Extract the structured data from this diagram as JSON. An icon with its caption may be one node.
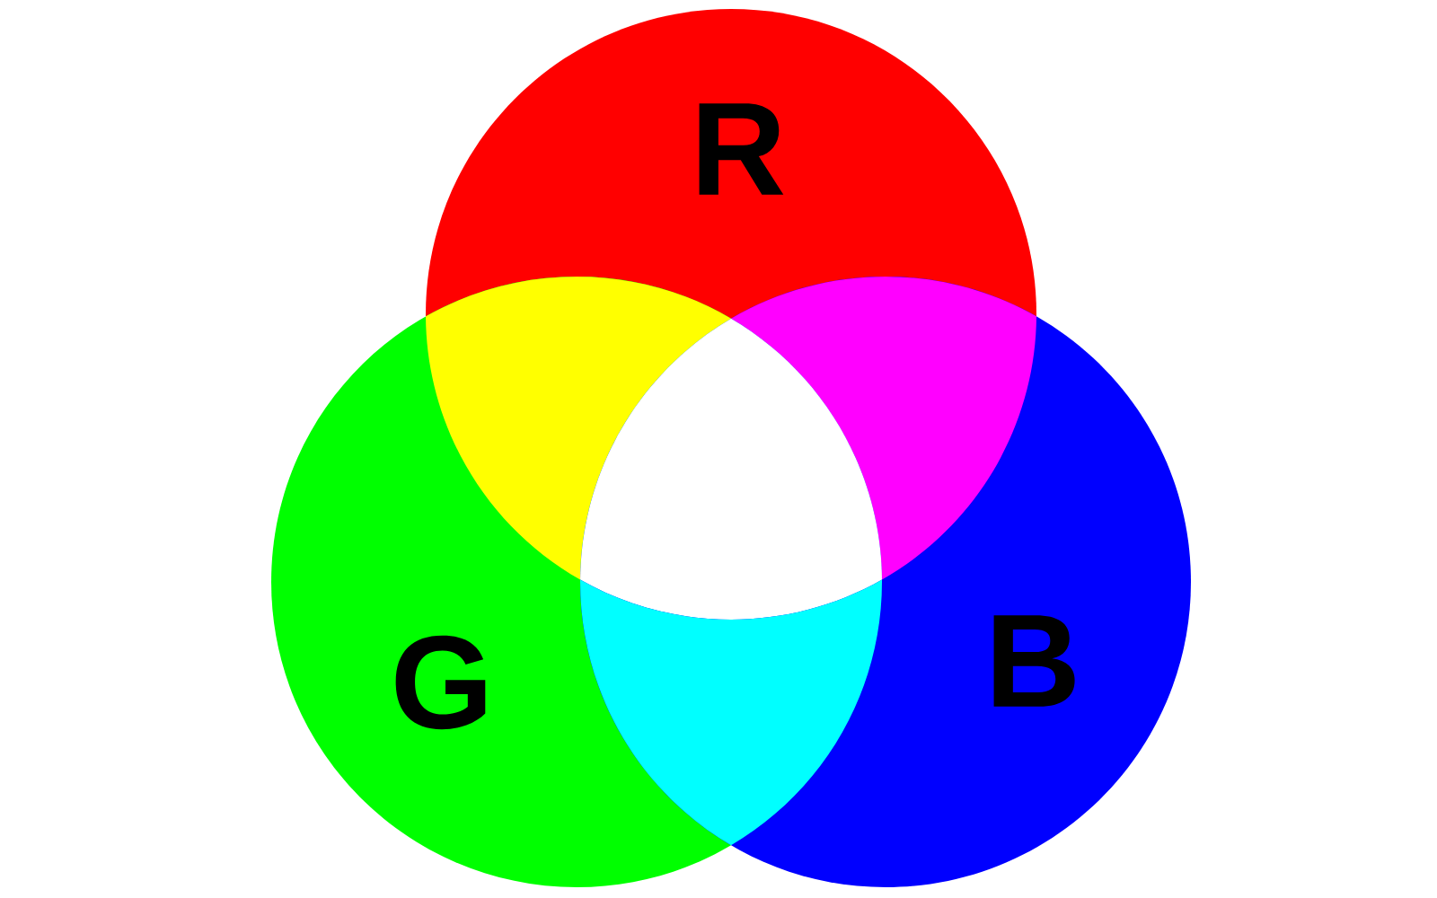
{
  "diagram": {
    "nodes": [
      {
        "text": [
          "R"
        ]
      },
      {
        "text": [],
        "shape": "triangle"
      },
      {
        "text": [],
        "shape": "triangle"
      },
      {
        "text": [],
        "shape": "triangle"
      },
      {
        "text": [
          "G"
        ]
      },
      {
        "text": [],
        "shape": "triangle"
      },
      {
        "text": [
          "B"
        ]
      }
    ]
  }
}
